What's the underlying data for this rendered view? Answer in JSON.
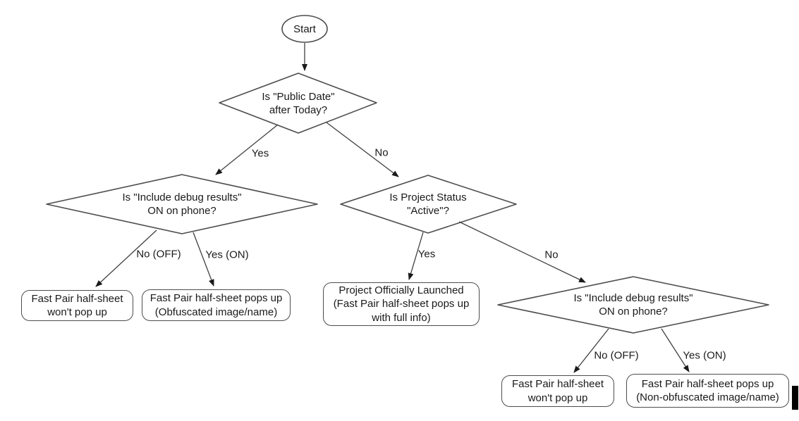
{
  "diagram": {
    "start": {
      "label": "Start"
    },
    "decisions": {
      "public_date": {
        "line1": "Is \"Public Date\"",
        "line2": "after Today?"
      },
      "debug_left": {
        "line1": "Is \"Include debug results\"",
        "line2": "ON on phone?"
      },
      "project_status": {
        "line1": "Is Project Status",
        "line2": "\"Active\"?"
      },
      "debug_right": {
        "line1": "Is \"Include debug results\"",
        "line2": "ON on phone?"
      }
    },
    "results": {
      "no_popup_left": {
        "line1": "Fast Pair half-sheet",
        "line2": "won't pop up"
      },
      "obfuscated": {
        "line1": "Fast Pair half-sheet pops up",
        "line2": "(Obfuscated image/name)"
      },
      "launched": {
        "line1": "Project Officially Launched",
        "line2": "(Fast Pair half-sheet pops up",
        "line3": "with full info)"
      },
      "no_popup_right": {
        "line1": "Fast Pair half-sheet",
        "line2": "won't pop up"
      },
      "non_obfuscated": {
        "line1": "Fast Pair half-sheet pops up",
        "line2": "(Non-obfuscated image/name)"
      }
    },
    "edge_labels": {
      "yes": "Yes",
      "no": "No",
      "no_off": "No (OFF)",
      "yes_on": "Yes (ON)"
    },
    "colors": {
      "background": "#ffffff",
      "shape_stroke": "#4d4d4d",
      "edge_stroke": "#404040",
      "arrow_fill": "#1a1a1a",
      "text": "#1a1a1a",
      "cursor_bar": "#000000"
    }
  }
}
